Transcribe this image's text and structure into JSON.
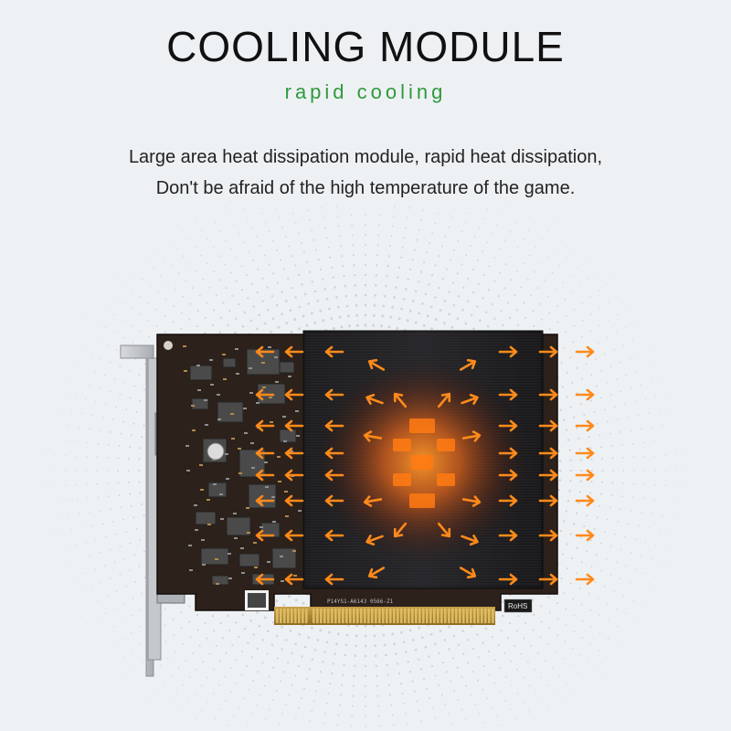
{
  "heading": {
    "title": "COOLING MODULE",
    "subtitle": "rapid cooling",
    "description_line1": "Large area heat dissipation module, rapid heat dissipation,",
    "description_line2": "Don't be afraid of the high temperature of the game."
  },
  "product": {
    "board_marking": "P14YS1-A6143 0566-Z1",
    "rohs_label": "RoHS",
    "heat_color": "#ff8a1a",
    "accent_color": "#2e9a3c"
  }
}
